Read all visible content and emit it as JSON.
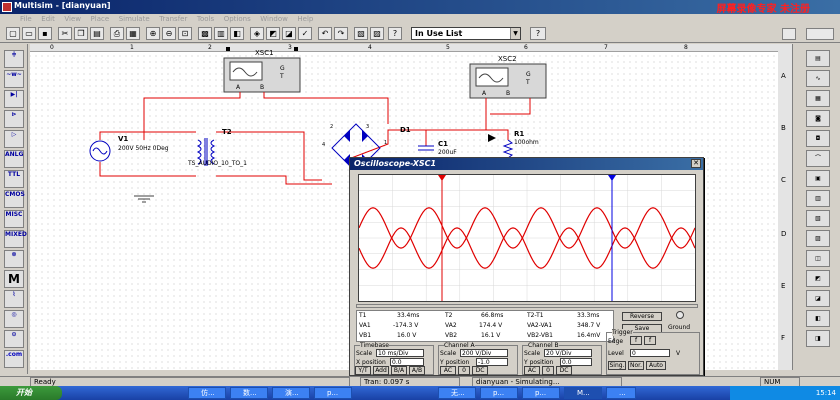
{
  "window": {
    "title": "Multisim - [dianyuan]",
    "watermark": "屏幕录像专家 未注册"
  },
  "menu": [
    "File",
    "Edit",
    "View",
    "Place",
    "Simulate",
    "Transfer",
    "Tools",
    "Options",
    "Window",
    "Help"
  ],
  "toolbar": {
    "in_use_list": "In Use List"
  },
  "left_toolbar": [
    "",
    "",
    "",
    "",
    "",
    "ANLG",
    "TTL",
    "CMOS",
    "MISC",
    "MIXED",
    "",
    "M",
    "",
    "",
    ".com"
  ],
  "ruler_top": [
    "0",
    "1",
    "2",
    "3",
    "4",
    "5",
    "6",
    "7",
    "8"
  ],
  "ruler_right": [
    "A",
    "B",
    "C",
    "D",
    "E",
    "F"
  ],
  "schematic": {
    "xsc1": {
      "label": "XSC1",
      "channel_a": "A",
      "channel_b": "B",
      "g": "G",
      "t": "T"
    },
    "xsc2": {
      "label": "XSC2",
      "channel_a": "A",
      "channel_b": "B",
      "g": "G",
      "t": "T"
    },
    "v1": {
      "name": "V1",
      "value": "200V 50Hz 0Deg"
    },
    "t2": {
      "name": "T2",
      "model": "TS_AUDIO_10_TO_1"
    },
    "d1": {
      "name": "D1",
      "pin2": "2",
      "pin3": "3",
      "pin4": "4",
      "pin1": "1"
    },
    "c1": {
      "name": "C1",
      "value": "200uF"
    },
    "r1": {
      "name": "R1",
      "value": "100ohm"
    }
  },
  "scope": {
    "title": "Oscilloscope-XSC1",
    "cursor_t1": {
      "label": "T1",
      "time": "33.4ms",
      "va": "-174.3 V",
      "vb": "16.0 V"
    },
    "cursor_t2": {
      "label": "T2",
      "time": "66.8ms",
      "va": "174.4 V",
      "vb": "16.1 V"
    },
    "diff": {
      "label": "T2-T1",
      "time": "33.3ms",
      "va": "348.7 V",
      "vb": "16.4mV"
    },
    "labels": {
      "va1": "VA1",
      "vb1": "VB1",
      "va2": "VA2",
      "vb2": "VB2",
      "vdiff_a": "VA2-VA1",
      "vdiff_b": "VB2-VB1"
    },
    "buttons": {
      "reverse": "Reverse",
      "save": "Save",
      "ground": "Ground"
    },
    "timebase": {
      "title": "Timebase",
      "scale_label": "Scale",
      "scale": "10 ms/Div",
      "xpos_label": "X position",
      "xpos": "0.0",
      "modes": [
        "Y/T",
        "Add",
        "B/A",
        "A/B"
      ]
    },
    "channel_a": {
      "title": "Channel A",
      "scale_label": "Scale",
      "scale": "200 V/Div",
      "ypos_label": "Y position",
      "ypos": "-1.0",
      "coupling": [
        "AC",
        "0",
        "DC"
      ]
    },
    "channel_b": {
      "title": "Channel B",
      "scale_label": "Scale",
      "scale": "20 V/Div",
      "ypos_label": "Y position",
      "ypos": "0.0",
      "coupling": [
        "AC",
        "0",
        "DC"
      ]
    },
    "trigger": {
      "title": "Trigger",
      "edge_label": "Edge",
      "level_label": "Level",
      "level": "0",
      "level_unit": "V",
      "modes": [
        "Sing.",
        "Nor.",
        "Auto"
      ],
      "edge_opts": [
        "f",
        "f"
      ]
    },
    "chart_data": {
      "type": "line",
      "series": [
        {
          "name": "A",
          "color": "#e00000",
          "periods_visible": 6
        },
        {
          "name": "B",
          "color": "#e00000",
          "periods_visible": 6
        }
      ]
    }
  },
  "status": {
    "ready": "Ready",
    "tran": "Tran: 0.097 s",
    "sim": "dianyuan - Simulating...",
    "num": "NUM"
  },
  "taskbar": {
    "start": "开始",
    "tasks": [
      "仿...",
      "数...",
      "演...",
      "p...",
      "无...",
      "p...",
      "p...",
      "M...",
      "..."
    ],
    "clock": "15:14"
  },
  "colors": {
    "wire": "#e00000",
    "component": "#0000c0",
    "cursor1": "#e00000",
    "cursor2": "#0000e0"
  }
}
